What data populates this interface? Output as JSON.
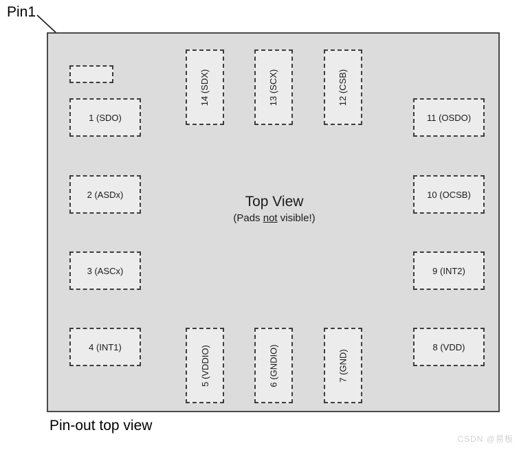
{
  "diagram": {
    "caption": "Pin-out top view",
    "callout": {
      "label": "Pin1"
    },
    "center": {
      "title": "Top View",
      "subtitle_prefix": "(Pads ",
      "subtitle_emphasis": "not",
      "subtitle_suffix": " visible!)"
    },
    "colors": {
      "package_fill": "#dcdcdc",
      "package_border": "#4a4a4a",
      "pad_fill": "#ececec",
      "pad_border": "#3c3c3c",
      "text": "#1a1a1a",
      "watermark": "#d2d2d2"
    },
    "pads": {
      "left": [
        {
          "label": "1 (SDO)",
          "pin": 1,
          "signal": "SDO"
        },
        {
          "label": "2 (ASDx)",
          "pin": 2,
          "signal": "ASDx"
        },
        {
          "label": "3 (ASCx)",
          "pin": 3,
          "signal": "ASCx"
        },
        {
          "label": "4 (INT1)",
          "pin": 4,
          "signal": "INT1"
        }
      ],
      "bottom": [
        {
          "label": "5 (VDDIO)",
          "pin": 5,
          "signal": "VDDIO"
        },
        {
          "label": "6 (GNDIO)",
          "pin": 6,
          "signal": "GNDIO"
        },
        {
          "label": "7 (GND)",
          "pin": 7,
          "signal": "GND"
        }
      ],
      "right": [
        {
          "label": "8 (VDD)",
          "pin": 8,
          "signal": "VDD"
        },
        {
          "label": "9 (INT2)",
          "pin": 9,
          "signal": "INT2"
        },
        {
          "label": "10 (OCSB)",
          "pin": 10,
          "signal": "OCSB"
        },
        {
          "label": "11 (OSDO)",
          "pin": 11,
          "signal": "OSDO"
        }
      ],
      "top": [
        {
          "label": "12 (CSB)",
          "pin": 12,
          "signal": "CSB"
        },
        {
          "label": "13 (SCX)",
          "pin": 13,
          "signal": "SCX"
        },
        {
          "label": "14 (SDX)",
          "pin": 14,
          "signal": "SDX"
        }
      ],
      "marker": {
        "label": ""
      }
    }
  },
  "watermark": {
    "text": "CSDN @易板"
  }
}
